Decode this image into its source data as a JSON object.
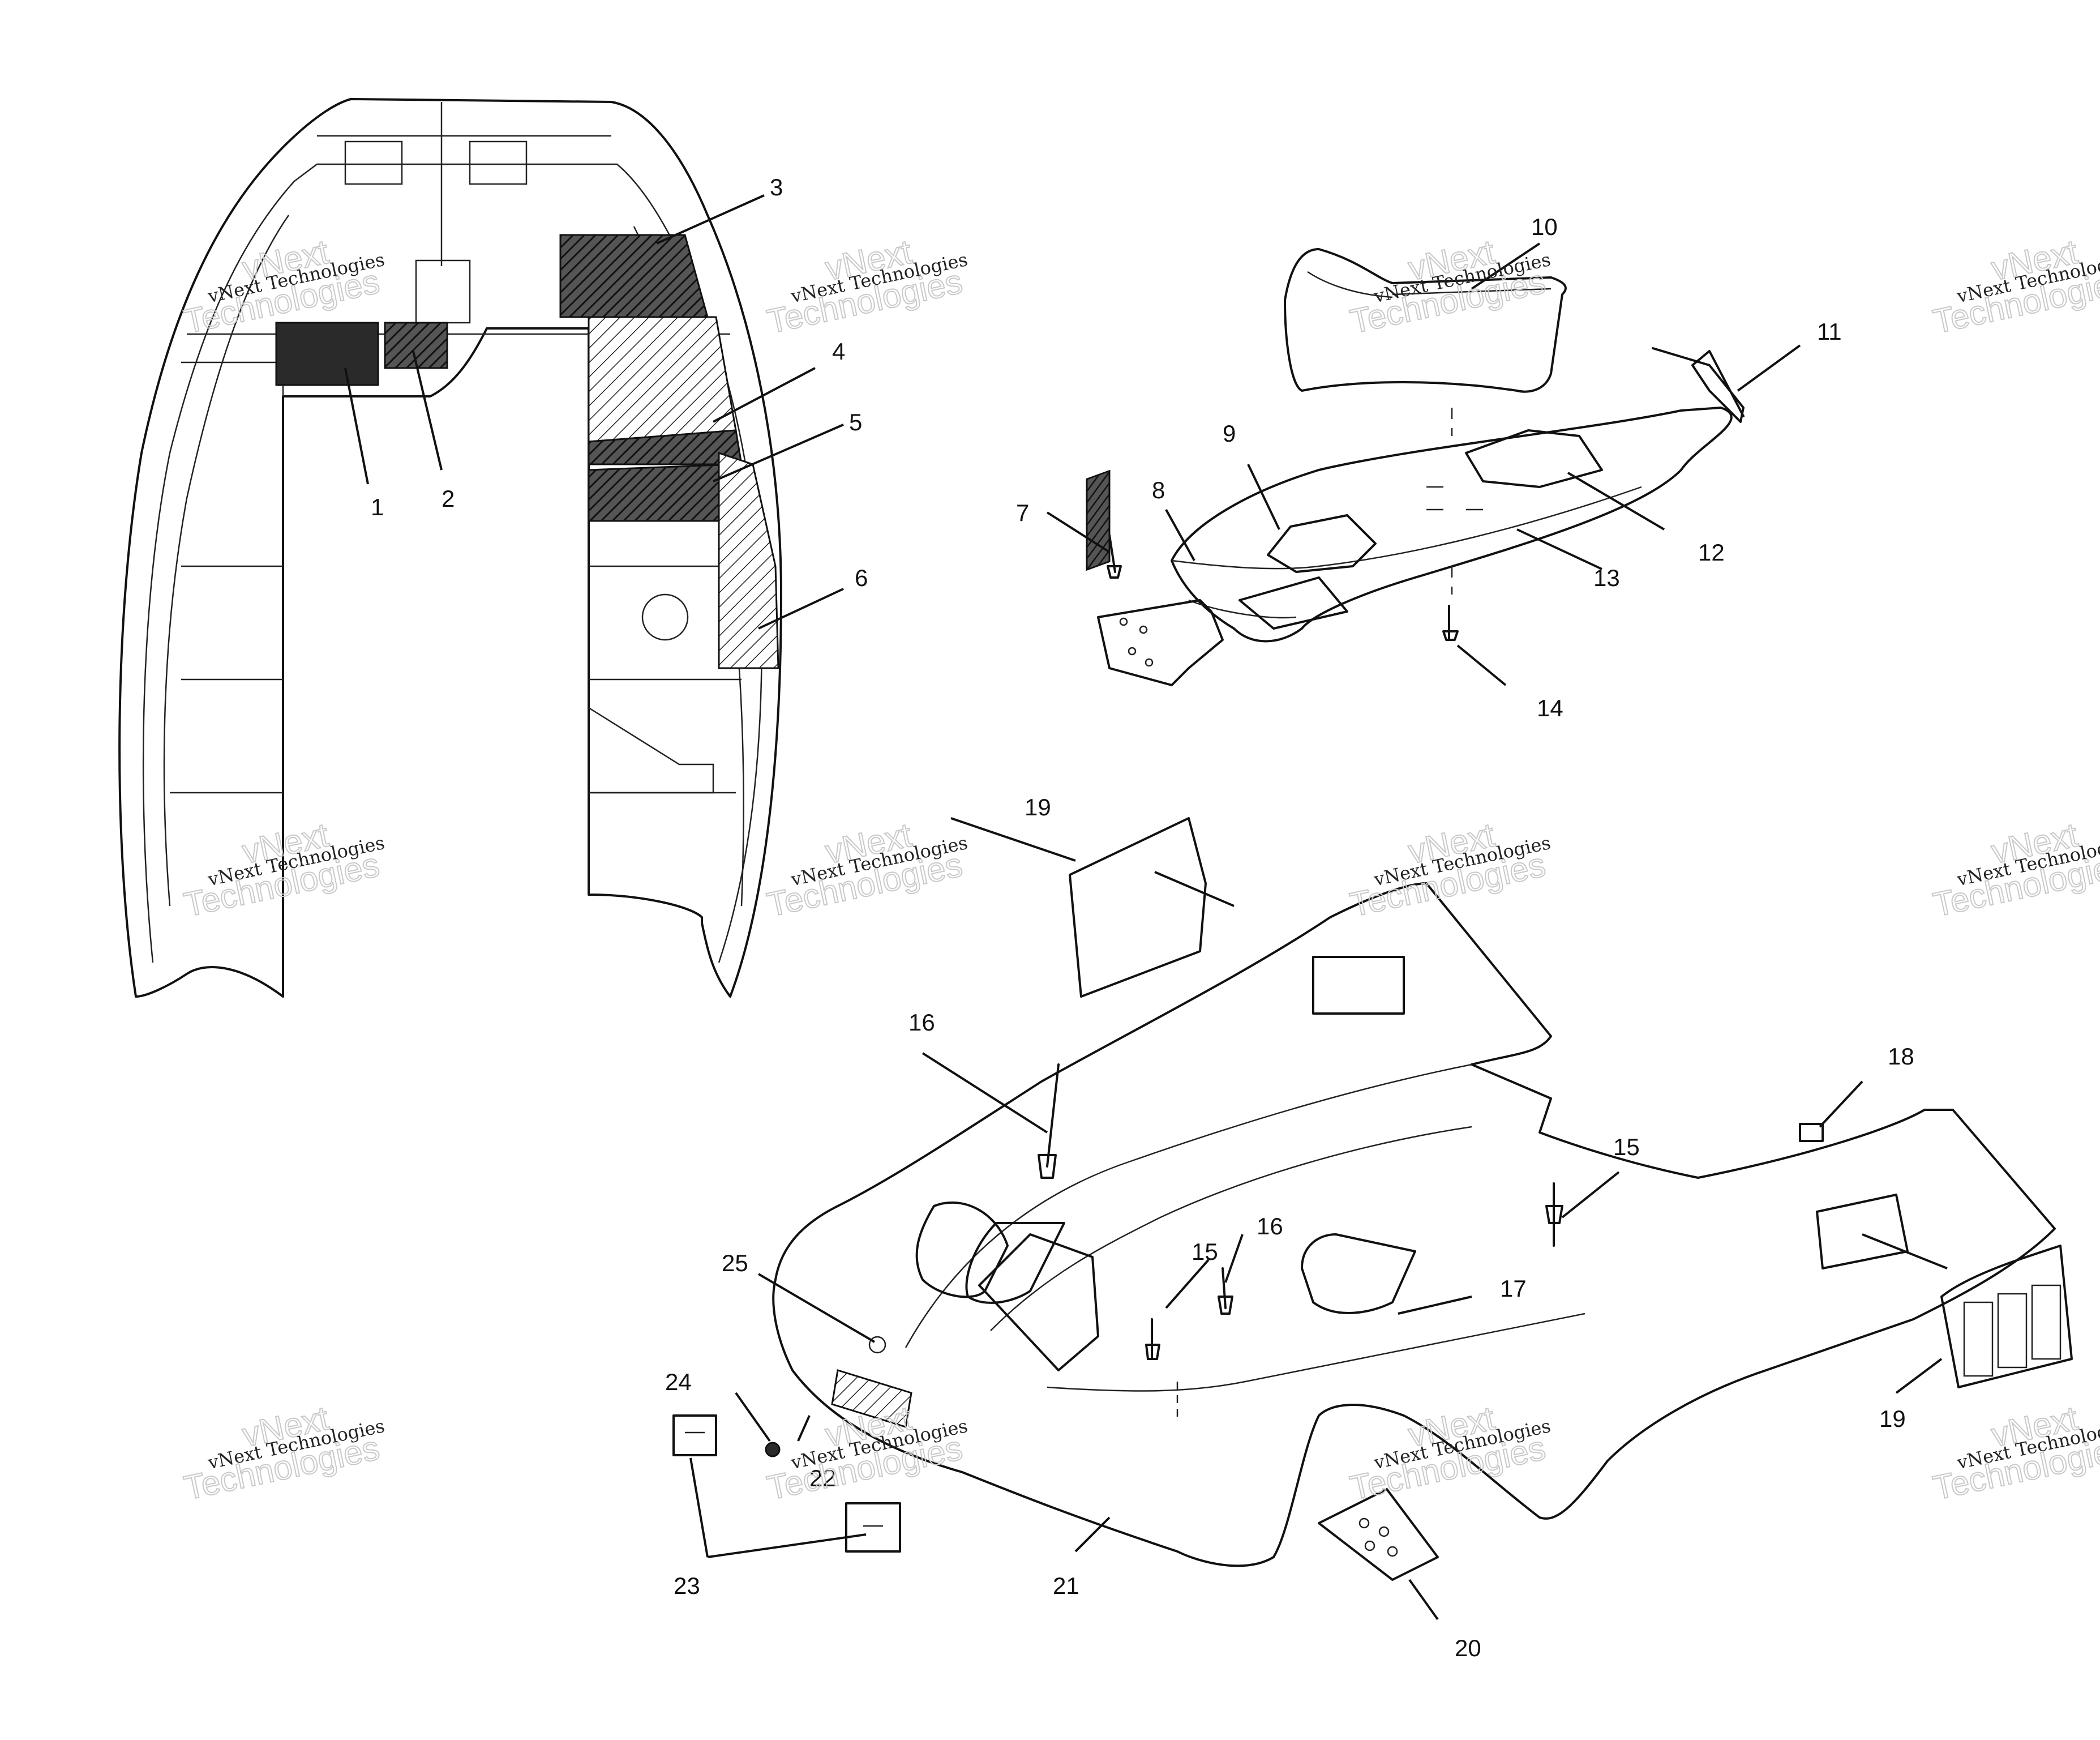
{
  "watermark": {
    "company": "vNext Technologies",
    "line_top": "vNext",
    "line_bottom": "Technologies"
  },
  "callouts": [
    {
      "id": "1",
      "label": "1"
    },
    {
      "id": "2",
      "label": "2"
    },
    {
      "id": "3",
      "label": "3"
    },
    {
      "id": "4",
      "label": "4"
    },
    {
      "id": "5",
      "label": "5"
    },
    {
      "id": "6",
      "label": "6"
    },
    {
      "id": "7",
      "label": "7"
    },
    {
      "id": "8",
      "label": "8"
    },
    {
      "id": "9",
      "label": "9"
    },
    {
      "id": "10",
      "label": "10"
    },
    {
      "id": "11",
      "label": "11"
    },
    {
      "id": "12",
      "label": "12"
    },
    {
      "id": "13",
      "label": "13"
    },
    {
      "id": "14",
      "label": "14"
    },
    {
      "id": "15a",
      "label": "15"
    },
    {
      "id": "15b",
      "label": "15"
    },
    {
      "id": "16a",
      "label": "16"
    },
    {
      "id": "16b",
      "label": "16"
    },
    {
      "id": "17",
      "label": "17"
    },
    {
      "id": "18",
      "label": "18"
    },
    {
      "id": "19a",
      "label": "19"
    },
    {
      "id": "19b",
      "label": "19"
    },
    {
      "id": "20",
      "label": "20"
    },
    {
      "id": "21",
      "label": "21"
    },
    {
      "id": "22",
      "label": "22"
    },
    {
      "id": "23",
      "label": "23"
    },
    {
      "id": "24",
      "label": "24"
    },
    {
      "id": "25",
      "label": "25"
    }
  ]
}
